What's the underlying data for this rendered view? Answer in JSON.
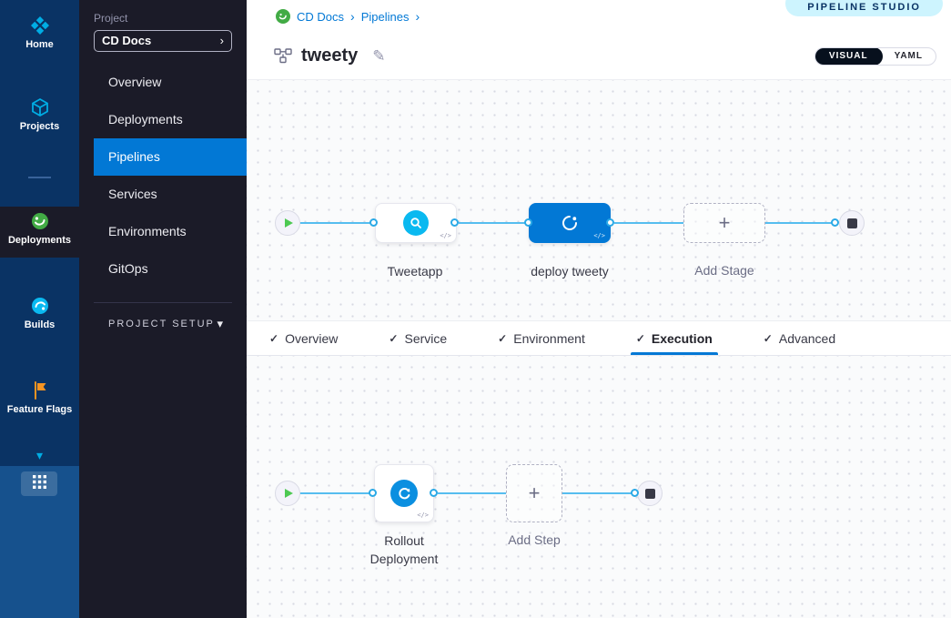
{
  "colors": {
    "accent_blue": "#0278d5",
    "canvas_line_blue": "#2aa9e6",
    "badge_bg": "#cdf4fe",
    "green": "#4dc952",
    "rail_bg": "#0a3364",
    "sidebar_bg": "#1b1b28"
  },
  "glyphs": {
    "chevron_right": "›",
    "chevron_down": "▾"
  },
  "left_rail": {
    "items": [
      {
        "label": "Home",
        "icon": "harness-logo-icon"
      },
      {
        "label": "Projects",
        "icon": "projects-cube-icon"
      },
      {
        "label": "Deployments",
        "icon": "deployments-cd-icon"
      },
      {
        "label": "Builds",
        "icon": "builds-ci-icon"
      },
      {
        "label": "Feature Flags",
        "icon": "feature-flags-icon"
      }
    ],
    "active_item": "Deployments"
  },
  "sidebar": {
    "project_label": "Project",
    "project_value": "CD Docs",
    "items": [
      {
        "label": "Overview"
      },
      {
        "label": "Deployments"
      },
      {
        "label": "Pipelines"
      },
      {
        "label": "Services"
      },
      {
        "label": "Environments"
      },
      {
        "label": "GitOps"
      }
    ],
    "active_item": "Pipelines",
    "project_setup_label": "PROJECT SETUP"
  },
  "breadcrumb": {
    "crumbs": [
      {
        "label": "CD Docs"
      },
      {
        "label": "Pipelines"
      }
    ]
  },
  "studio_badge": "PIPELINE STUDIO",
  "pipeline_header": {
    "title": "tweety",
    "edit_glyph": "✎",
    "visual_label": "VISUAL",
    "yaml_label": "YAML"
  },
  "stage_graph": {
    "stages": [
      {
        "label": "Tweetapp",
        "type": "build"
      },
      {
        "label": "deploy tweety",
        "type": "deploy"
      }
    ],
    "add_stage_label": "Add Stage",
    "plus_glyph": "+",
    "code_glyph": "</>"
  },
  "section_tabs": {
    "check_glyph": "✓",
    "items": [
      {
        "label": "Overview"
      },
      {
        "label": "Service"
      },
      {
        "label": "Environment"
      },
      {
        "label": "Execution"
      },
      {
        "label": "Advanced"
      }
    ],
    "active_item": "Execution"
  },
  "execution_graph": {
    "step_label": "Rollout Deployment",
    "add_step_label": "Add Step",
    "plus_glyph": "+",
    "code_glyph": "</>"
  }
}
